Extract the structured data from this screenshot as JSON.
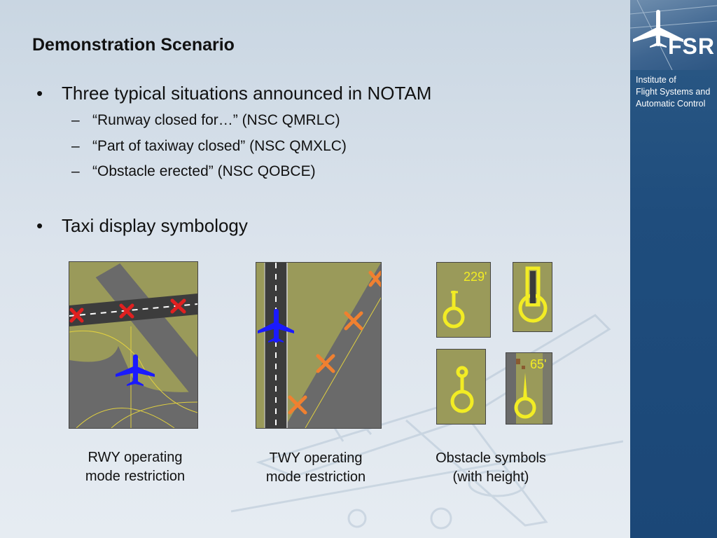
{
  "title": "Demonstration Scenario",
  "bullets": [
    {
      "symbol": "•",
      "text": "Three typical situations announced in NOTAM"
    },
    {
      "symbol": "•",
      "text": "Taxi display symbology"
    }
  ],
  "sub_items": [
    {
      "dash": "–",
      "text": "“Runway closed for…” (NSC QMRLC)"
    },
    {
      "dash": "–",
      "text": "“Part of taxiway closed” (NSC QMXLC)"
    },
    {
      "dash": "–",
      "text": "“Obstacle erected” (NSC QOBCE)"
    }
  ],
  "captions": {
    "rwy": {
      "line1": "RWY operating",
      "line2": "mode restriction"
    },
    "twy": {
      "line1": "TWY operating",
      "line2": "mode restriction"
    },
    "obstacle": {
      "line1": "Obstacle symbols",
      "line2": "(with height)"
    }
  },
  "obstacle_heights": {
    "a": "229'",
    "b": "65'"
  },
  "sidebar": {
    "logo_text": "FSR",
    "institute_line1": "Institute of",
    "institute_line2": "Flight Systems and",
    "institute_line3": "Automatic Control"
  },
  "colors": {
    "grass": "#9a9a5a",
    "pavement": "#6a6a6a",
    "runway": "#3c3c3c",
    "closure_red": "#e02020",
    "closure_orange": "#f08030",
    "aircraft": "#1a1aff",
    "obstacle_yellow": "#f2ec24",
    "sidebar_blue": "#1f4d7d"
  },
  "icons": [
    "aircraft-icon",
    "closure-x-icon",
    "obstacle-symbol-icon",
    "airplane-watermark-icon"
  ]
}
